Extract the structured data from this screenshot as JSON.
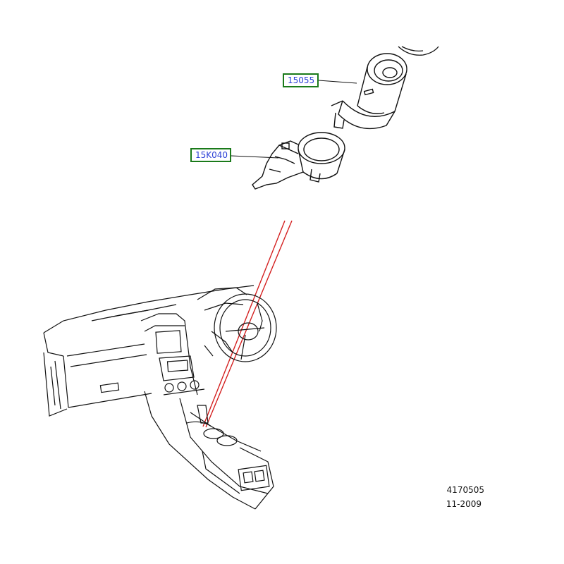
{
  "callouts": [
    {
      "part_number": "15055"
    },
    {
      "part_number": "15K040"
    }
  ],
  "reference": {
    "illustration_number": "4170505",
    "date": "11-2009"
  },
  "colors": {
    "callout_border": "#1a7a1a",
    "callout_text": "#2a3fd6",
    "leader_red": "#d42020",
    "line_art": "#111111"
  },
  "icons": {
    "lighter_socket": "cigar-lighter-socket-icon",
    "socket_housing": "socket-housing-icon",
    "dashboard": "dashboard-overview-icon"
  }
}
